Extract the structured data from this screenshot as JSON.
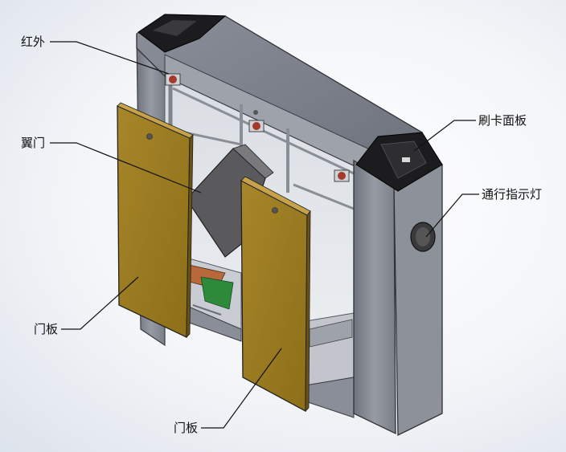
{
  "labels": {
    "infrared": "红外",
    "wing_gate": "翼门",
    "card_panel": "刷卡面板",
    "indicator_light": "通行指示灯",
    "door_panel_left": "门板",
    "door_panel_right": "门板"
  },
  "colors": {
    "body_top": "#7b7f8a",
    "body_side": "#8c909b",
    "cap_black": "#1c1c1e",
    "door_panel": "#9c7c1c",
    "wing_flap": "#5a5a5c",
    "infrared_sensor": "#a33a2a",
    "indicator": "#3a3a3c"
  }
}
